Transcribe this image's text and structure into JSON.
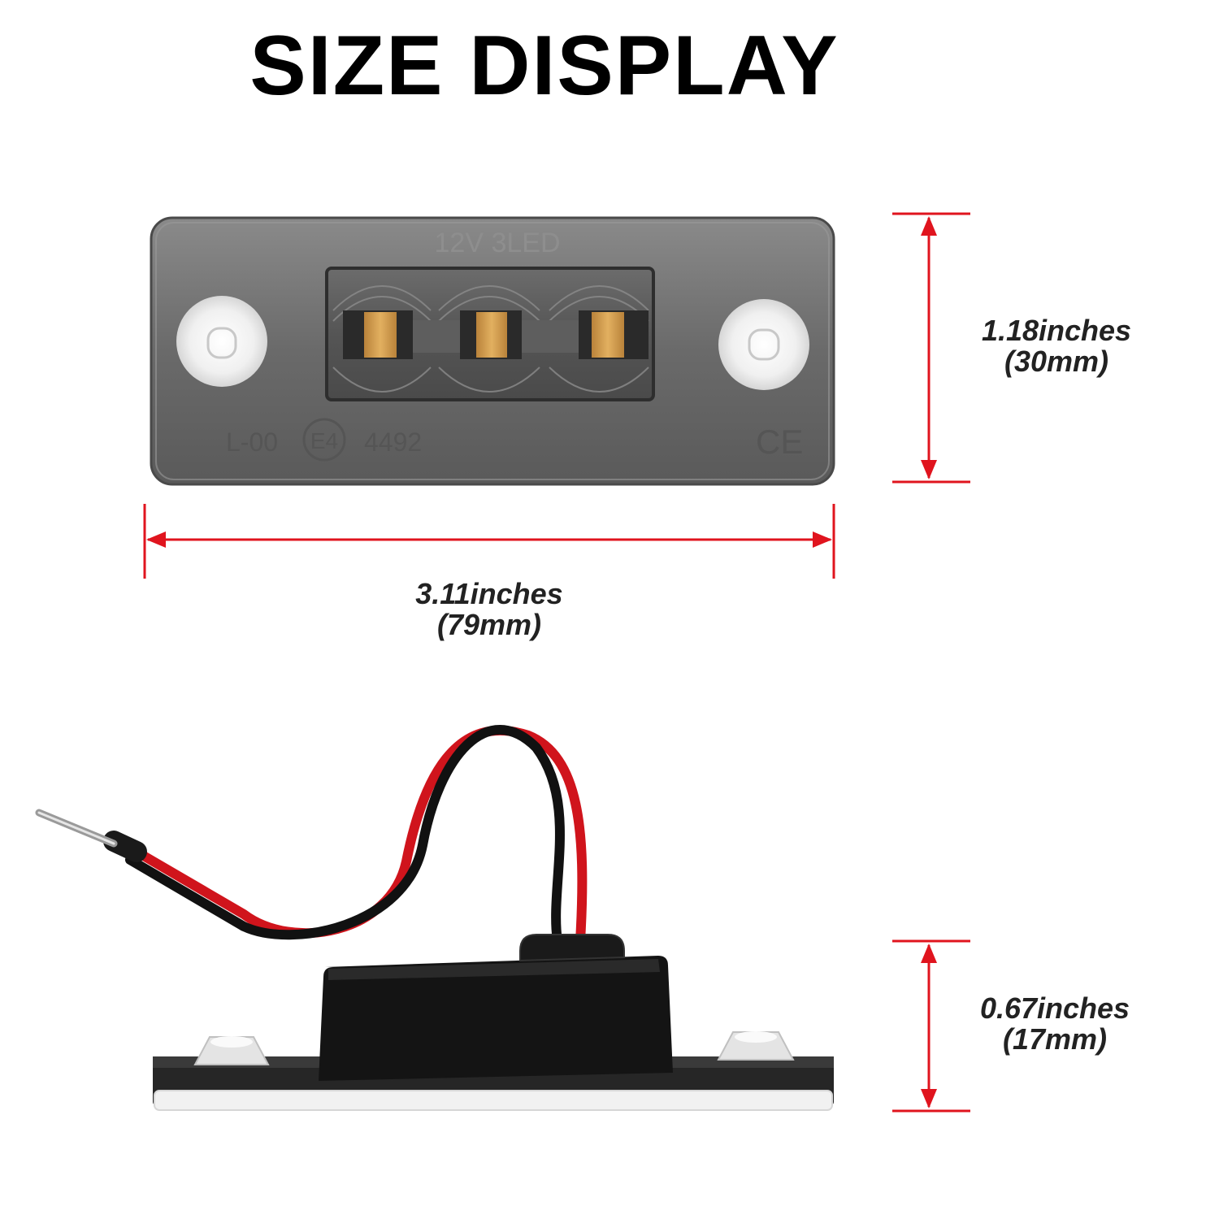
{
  "title": "SIZE DISPLAY",
  "dimensions": {
    "height": {
      "inches": "1.18inches",
      "mm": "(30mm)"
    },
    "width": {
      "inches": "3.11inches",
      "mm": "(79mm)"
    },
    "depth": {
      "inches": "0.67inches",
      "mm": "(17mm)"
    }
  },
  "product_markings": {
    "top": "12V 3LED",
    "code": "L-00",
    "approval": "E4",
    "number": "4492",
    "cert": "CE"
  },
  "colors": {
    "dimension_line": "#e0141e",
    "housing": "#6f6f6f",
    "led": "#d9a24a",
    "wire_red": "#d0141c",
    "wire_black": "#111111"
  }
}
